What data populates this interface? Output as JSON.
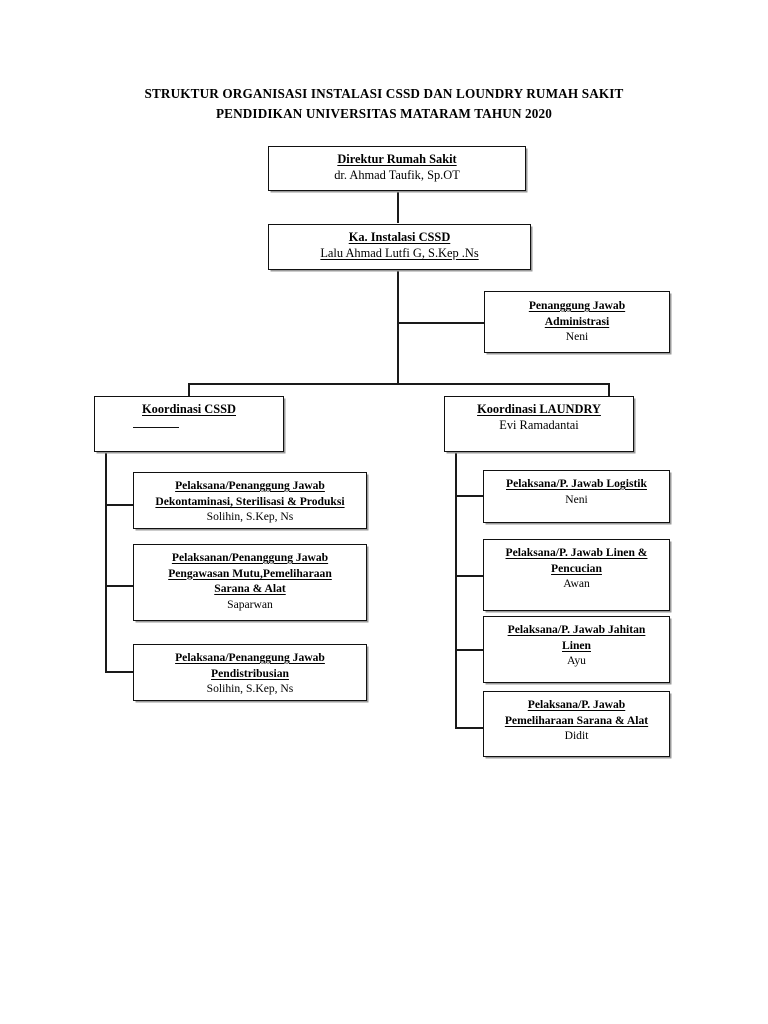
{
  "document": {
    "title_lines": [
      "STRUKTUR ORGANISASI  INSTALASI CSSD DAN LOUNDRY RUMAH SAKIT",
      "PENDIDIKAN UNIVERSITAS MATARAM TAHUN 2020"
    ],
    "background_color": "#ffffff",
    "line_color": "#1a1a1a",
    "text_color": "#000000"
  },
  "nodes": {
    "director": {
      "title": "Direktur Rumah Sakit",
      "name": "dr. Ahmad Taufik, Sp.OT"
    },
    "head_cssd": {
      "title": "Ka. Instalasi CSSD",
      "name": "Lalu Ahmad Lutfi G, S.Kep .Ns"
    },
    "admin": {
      "title_line1": "Penanggung Jawab",
      "title_line2": "Administrasi",
      "name": "Neni"
    },
    "coord_cssd": {
      "title": "Koordinasi CSSD",
      "name": ""
    },
    "coord_laundry": {
      "title": "Koordinasi LAUNDRY",
      "name": "Evi Ramadantai"
    }
  },
  "cssd_children": [
    {
      "title_line1": "Pelaksana/Penanggung Jawab",
      "title_line2": "Dekontaminasi, Sterilisasi & Produksi",
      "title_line3": "",
      "name": "Solihin, S.Kep, Ns"
    },
    {
      "title_line1": "Pelaksanan/Penanggung Jawab",
      "title_line2": "Pengawasan Mutu,Pemeliharaan",
      "title_line3": "Sarana & Alat",
      "name": "Saparwan"
    },
    {
      "title_line1": "Pelaksana/Penanggung Jawab",
      "title_line2": "Pendistribusian",
      "title_line3": "",
      "name": "Solihin, S.Kep, Ns"
    }
  ],
  "laundry_children": [
    {
      "title_line1": "Pelaksana/P. Jawab  Logistik",
      "title_line2": "",
      "name": "Neni"
    },
    {
      "title_line1": "Pelaksana/P. Jawab Linen &",
      "title_line2": "Pencucian",
      "name": "Awan"
    },
    {
      "title_line1": "Pelaksana/P. Jawab  Jahitan",
      "title_line2": "Linen",
      "name": "Ayu"
    },
    {
      "title_line1": "Pelaksana/P. Jawab",
      "title_line2": "Pemeliharaan Sarana & Alat",
      "name": "Didit"
    }
  ]
}
